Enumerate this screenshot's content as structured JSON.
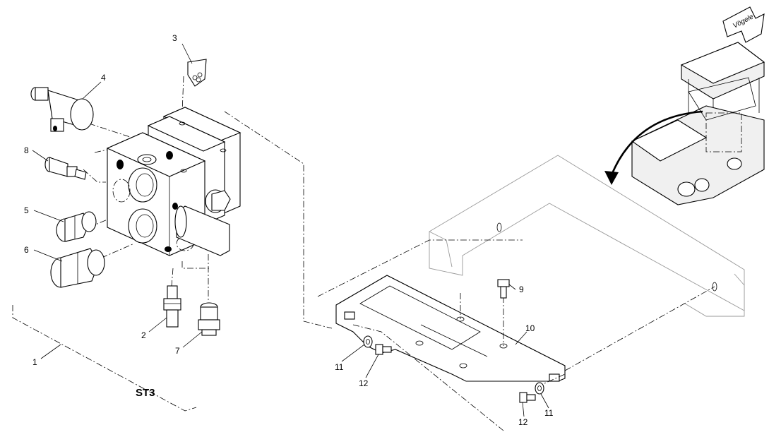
{
  "assembly_label": "ST3",
  "brand_text": "Vögele",
  "callouts": [
    {
      "id": "c1",
      "text": "1"
    },
    {
      "id": "c2",
      "text": "2"
    },
    {
      "id": "c3",
      "text": "3"
    },
    {
      "id": "c4",
      "text": "4"
    },
    {
      "id": "c5",
      "text": "5"
    },
    {
      "id": "c6",
      "text": "6"
    },
    {
      "id": "c7",
      "text": "7"
    },
    {
      "id": "c8",
      "text": "8"
    },
    {
      "id": "c9",
      "text": "9"
    },
    {
      "id": "c10",
      "text": "10"
    },
    {
      "id": "c11a",
      "text": "11"
    },
    {
      "id": "c11b",
      "text": "11"
    },
    {
      "id": "c12a",
      "text": "12"
    },
    {
      "id": "c12b",
      "text": "12"
    }
  ]
}
